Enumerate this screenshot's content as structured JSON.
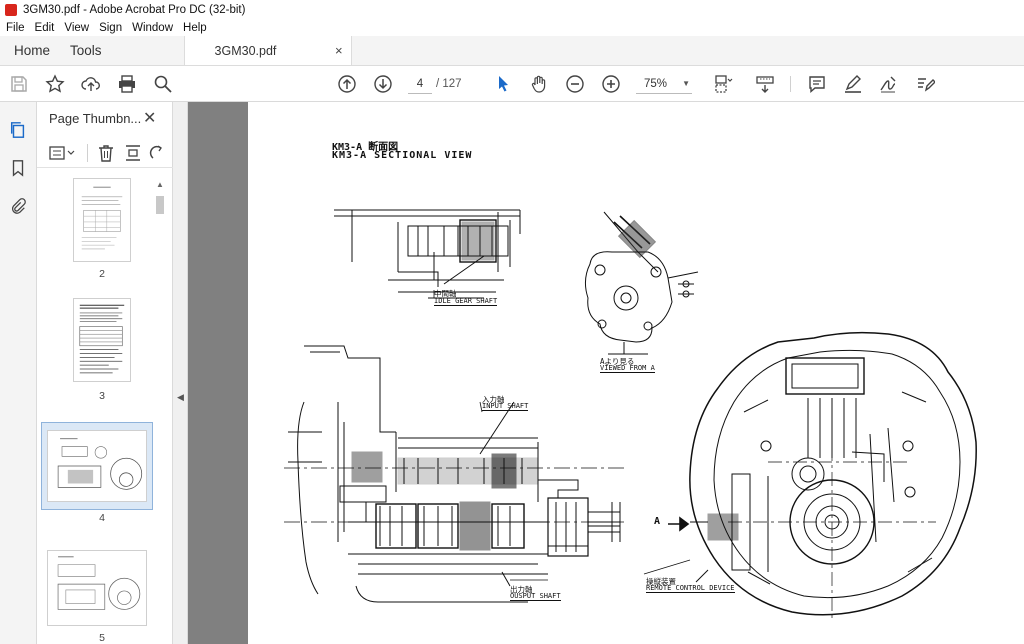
{
  "window": {
    "title": "3GM30.pdf - Adobe Acrobat Pro DC (32-bit)"
  },
  "menu": [
    "File",
    "Edit",
    "View",
    "Sign",
    "Window",
    "Help"
  ],
  "tabs": {
    "home": "Home",
    "tools": "Tools",
    "document": "3GM30.pdf",
    "close": "×"
  },
  "toolbar": {
    "current_page": "4",
    "total_pages": "/ 127",
    "zoom": "75%"
  },
  "thumbnails": {
    "header": "Page Thumbn...",
    "close": "✕",
    "pages": [
      "2",
      "3",
      "4",
      "5"
    ],
    "selected_page": "4"
  },
  "drawing": {
    "title_jp": "KM3-A 断面図",
    "title_en": "KM3-A SECTIONAL VIEW",
    "idle_jp": "中間軸",
    "idle_en": "IDLE GEAR SHAFT",
    "input_jp": "入力軸",
    "input_en": "INPUT SHAFT",
    "output_jp": "出力軸",
    "output_en": "OUSPUT SHAFT",
    "viewed_jp": "Aより見る",
    "viewed_en": "VIEWED FROM A",
    "remote_jp": "操縦装置",
    "remote_en": "REMOTE CONTROL DEVICE",
    "arrow_label": "A"
  },
  "colors": {
    "accent_blue": "#1b6ac9",
    "pdf_red": "#d8261c",
    "canvas_gray": "#808080"
  }
}
